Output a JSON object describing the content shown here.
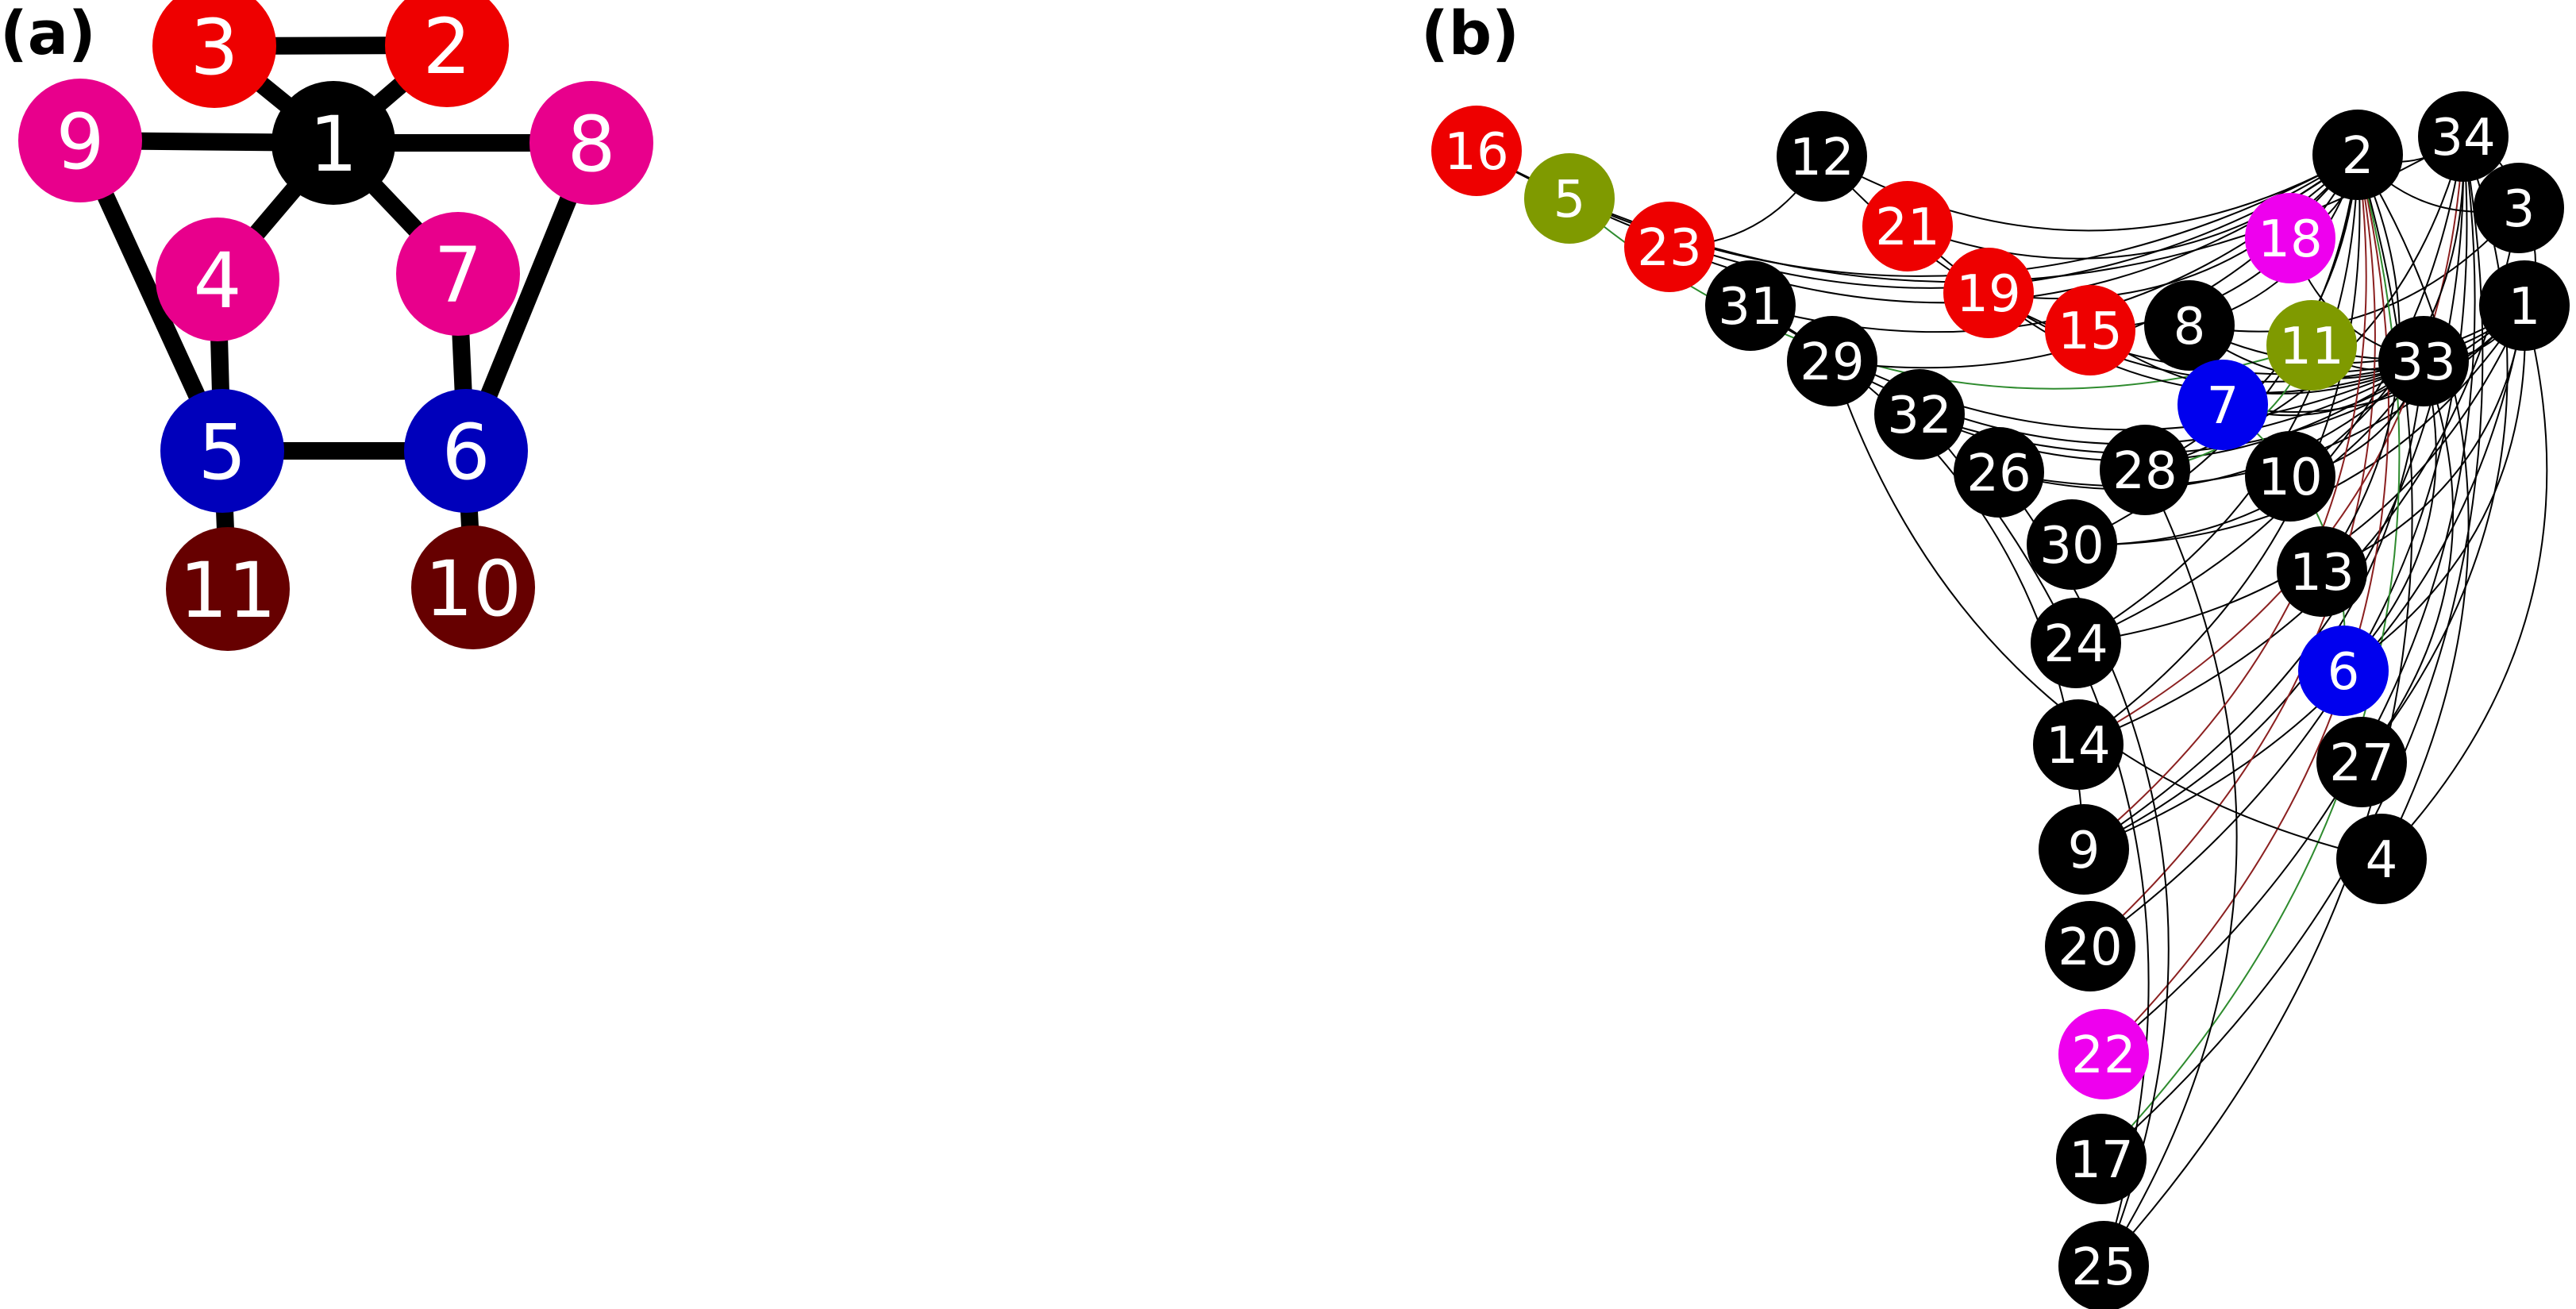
{
  "panel_a": {
    "label": "(a)",
    "nodes": [
      {
        "id": "1",
        "color": "#000000"
      },
      {
        "id": "2",
        "color": "#ee0000"
      },
      {
        "id": "3",
        "color": "#ee0000"
      },
      {
        "id": "4",
        "color": "#e8008c"
      },
      {
        "id": "5",
        "color": "#0000bb"
      },
      {
        "id": "6",
        "color": "#0000bb"
      },
      {
        "id": "7",
        "color": "#e8008c"
      },
      {
        "id": "8",
        "color": "#e8008c"
      },
      {
        "id": "9",
        "color": "#e8008c"
      },
      {
        "id": "10",
        "color": "#660000"
      },
      {
        "id": "11",
        "color": "#660000"
      }
    ],
    "edges": [
      [
        "3",
        "2"
      ],
      [
        "3",
        "1"
      ],
      [
        "2",
        "1"
      ],
      [
        "9",
        "1"
      ],
      [
        "1",
        "8"
      ],
      [
        "1",
        "4"
      ],
      [
        "1",
        "7"
      ],
      [
        "9",
        "5"
      ],
      [
        "4",
        "5"
      ],
      [
        "7",
        "6"
      ],
      [
        "8",
        "6"
      ],
      [
        "5",
        "6"
      ],
      [
        "5",
        "11"
      ],
      [
        "6",
        "10"
      ]
    ]
  },
  "panel_b": {
    "label": "(b)",
    "nodes": [
      {
        "id": "16",
        "color": "#ee0000"
      },
      {
        "id": "5",
        "color": "#7f9a00"
      },
      {
        "id": "12",
        "color": "#000000"
      },
      {
        "id": "23",
        "color": "#ee0000"
      },
      {
        "id": "21",
        "color": "#ee0000"
      },
      {
        "id": "31",
        "color": "#000000"
      },
      {
        "id": "19",
        "color": "#ee0000"
      },
      {
        "id": "29",
        "color": "#000000"
      },
      {
        "id": "15",
        "color": "#ee0000"
      },
      {
        "id": "8",
        "color": "#000000"
      },
      {
        "id": "32",
        "color": "#000000"
      },
      {
        "id": "2",
        "color": "#000000"
      },
      {
        "id": "34",
        "color": "#000000"
      },
      {
        "id": "18",
        "color": "#ee00ee"
      },
      {
        "id": "3",
        "color": "#000000"
      },
      {
        "id": "1",
        "color": "#000000"
      },
      {
        "id": "11",
        "color": "#7f9a00"
      },
      {
        "id": "33",
        "color": "#000000"
      },
      {
        "id": "7",
        "color": "#0000ee"
      },
      {
        "id": "26",
        "color": "#000000"
      },
      {
        "id": "28",
        "color": "#000000"
      },
      {
        "id": "10",
        "color": "#000000"
      },
      {
        "id": "30",
        "color": "#000000"
      },
      {
        "id": "13",
        "color": "#000000"
      },
      {
        "id": "24",
        "color": "#000000"
      },
      {
        "id": "6",
        "color": "#0000ee"
      },
      {
        "id": "14",
        "color": "#000000"
      },
      {
        "id": "27",
        "color": "#000000"
      },
      {
        "id": "9",
        "color": "#000000"
      },
      {
        "id": "4",
        "color": "#000000"
      },
      {
        "id": "20",
        "color": "#000000"
      },
      {
        "id": "22",
        "color": "#ee00ee"
      },
      {
        "id": "17",
        "color": "#000000"
      },
      {
        "id": "25",
        "color": "#000000"
      }
    ],
    "edge_colors": {
      "default": "#000000",
      "green": "#2e8b2e",
      "brown": "#8b2020"
    },
    "edges": [
      [
        "16",
        "34"
      ],
      [
        "16",
        "2"
      ],
      [
        "5",
        "2"
      ],
      [
        "5",
        "11"
      ],
      [
        "12",
        "2"
      ],
      [
        "12",
        "33"
      ],
      [
        "23",
        "12"
      ],
      [
        "23",
        "2"
      ],
      [
        "21",
        "2"
      ],
      [
        "21",
        "33"
      ],
      [
        "19",
        "2"
      ],
      [
        "19",
        "33"
      ],
      [
        "15",
        "2"
      ],
      [
        "15",
        "33"
      ],
      [
        "31",
        "2"
      ],
      [
        "31",
        "33"
      ],
      [
        "29",
        "2"
      ],
      [
        "29",
        "33"
      ],
      [
        "32",
        "33"
      ],
      [
        "32",
        "1"
      ],
      [
        "8",
        "2"
      ],
      [
        "8",
        "3"
      ],
      [
        "8",
        "1"
      ],
      [
        "8",
        "33"
      ],
      [
        "26",
        "33"
      ],
      [
        "26",
        "1"
      ],
      [
        "28",
        "2"
      ],
      [
        "28",
        "34"
      ],
      [
        "30",
        "2"
      ],
      [
        "30",
        "33"
      ],
      [
        "30",
        "1"
      ],
      [
        "24",
        "2"
      ],
      [
        "24",
        "34"
      ],
      [
        "24",
        "1"
      ],
      [
        "14",
        "2"
      ],
      [
        "14",
        "34"
      ],
      [
        "14",
        "3"
      ],
      [
        "9",
        "34"
      ],
      [
        "9",
        "33"
      ],
      [
        "9",
        "1"
      ],
      [
        "20",
        "34"
      ],
      [
        "20",
        "2"
      ],
      [
        "22",
        "2"
      ],
      [
        "22",
        "34"
      ],
      [
        "17",
        "2"
      ],
      [
        "17",
        "34"
      ],
      [
        "25",
        "2"
      ],
      [
        "25",
        "28"
      ],
      [
        "25",
        "26"
      ],
      [
        "25",
        "32"
      ],
      [
        "27",
        "34"
      ],
      [
        "27",
        "33"
      ],
      [
        "4",
        "1"
      ],
      [
        "4",
        "2"
      ],
      [
        "10",
        "33"
      ],
      [
        "10",
        "34"
      ],
      [
        "13",
        "1"
      ],
      [
        "13",
        "2"
      ],
      [
        "6",
        "1"
      ],
      [
        "6",
        "33"
      ],
      [
        "7",
        "1"
      ],
      [
        "7",
        "33"
      ],
      [
        "18",
        "2"
      ],
      [
        "18",
        "33"
      ],
      [
        "11",
        "33"
      ],
      [
        "11",
        "1"
      ],
      [
        "2",
        "34"
      ],
      [
        "2",
        "3"
      ],
      [
        "34",
        "3"
      ],
      [
        "3",
        "1"
      ],
      [
        "1",
        "33"
      ],
      [
        "31",
        "9"
      ],
      [
        "29",
        "4"
      ]
    ],
    "green_edges": [
      [
        "5",
        "11"
      ],
      [
        "17",
        "2"
      ],
      [
        "6",
        "7"
      ],
      [
        "28",
        "11"
      ]
    ],
    "brown_edges": [
      [
        "22",
        "2"
      ],
      [
        "14",
        "34"
      ],
      [
        "20",
        "2"
      ],
      [
        "9",
        "2"
      ]
    ]
  }
}
